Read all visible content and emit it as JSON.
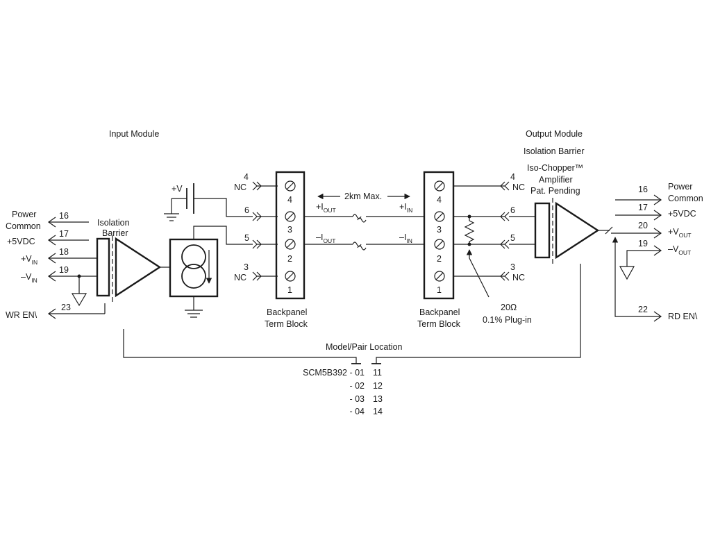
{
  "input_module": {
    "title": "Input Module",
    "isolation_barrier": [
      "Isolation",
      "Barrier"
    ],
    "pins": [
      {
        "num": "16",
        "label_lines": [
          "Power",
          "Common"
        ]
      },
      {
        "num": "17",
        "label": "+5VDC"
      },
      {
        "num": "18",
        "label": "+V",
        "sub": "IN"
      },
      {
        "num": "19",
        "label": "–V",
        "sub": "IN"
      },
      {
        "num": "23",
        "label": "WR EN\\"
      }
    ],
    "supply_label": "+V"
  },
  "input_term_block": {
    "numbers": [
      "4",
      "3",
      "2",
      "1"
    ],
    "caption": [
      "Backpanel",
      "Term Block"
    ],
    "left_pins": [
      {
        "num": "4",
        "label": "NC"
      },
      {
        "num": "6"
      },
      {
        "num": "5"
      },
      {
        "num": "3",
        "label": "NC"
      }
    ]
  },
  "line": {
    "distance": "2km Max.",
    "plus_out": "+I",
    "plus_out_sub": "OUT",
    "minus_out": "–I",
    "minus_out_sub": "OUT",
    "plus_in": "+I",
    "plus_in_sub": "IN",
    "minus_in": "–I",
    "minus_in_sub": "IN"
  },
  "output_term_block": {
    "numbers": [
      "4",
      "3",
      "2",
      "1"
    ],
    "caption": [
      "Backpanel",
      "Term Block"
    ],
    "right_pins": [
      {
        "num": "4",
        "label": "NC"
      },
      {
        "num": "6"
      },
      {
        "num": "5"
      },
      {
        "num": "3",
        "label": "NC"
      }
    ],
    "resistor_label": [
      "20Ω",
      "0.1% Plug-in"
    ]
  },
  "output_module": {
    "title": "Output Module",
    "isolation_barrier": "Isolation Barrier",
    "amplifier": [
      "Iso-Chopper™",
      "Amplifier",
      "Pat. Pending"
    ],
    "pins": [
      {
        "num": "16",
        "label_lines": [
          "Power",
          "Common"
        ]
      },
      {
        "num": "17",
        "label": "+5VDC"
      },
      {
        "num": "20",
        "label": "+V",
        "sub": "OUT"
      },
      {
        "num": "19",
        "label": "–V",
        "sub": "OUT"
      },
      {
        "num": "22",
        "label": "RD EN\\"
      }
    ]
  },
  "model_table": {
    "title": "Model/Pair Location",
    "rows": [
      {
        "model": "SCM5B392 - 01",
        "pair": "11"
      },
      {
        "model": "- 02",
        "pair": "12"
      },
      {
        "model": "- 03",
        "pair": "13"
      },
      {
        "model": "- 04",
        "pair": "14"
      }
    ]
  }
}
